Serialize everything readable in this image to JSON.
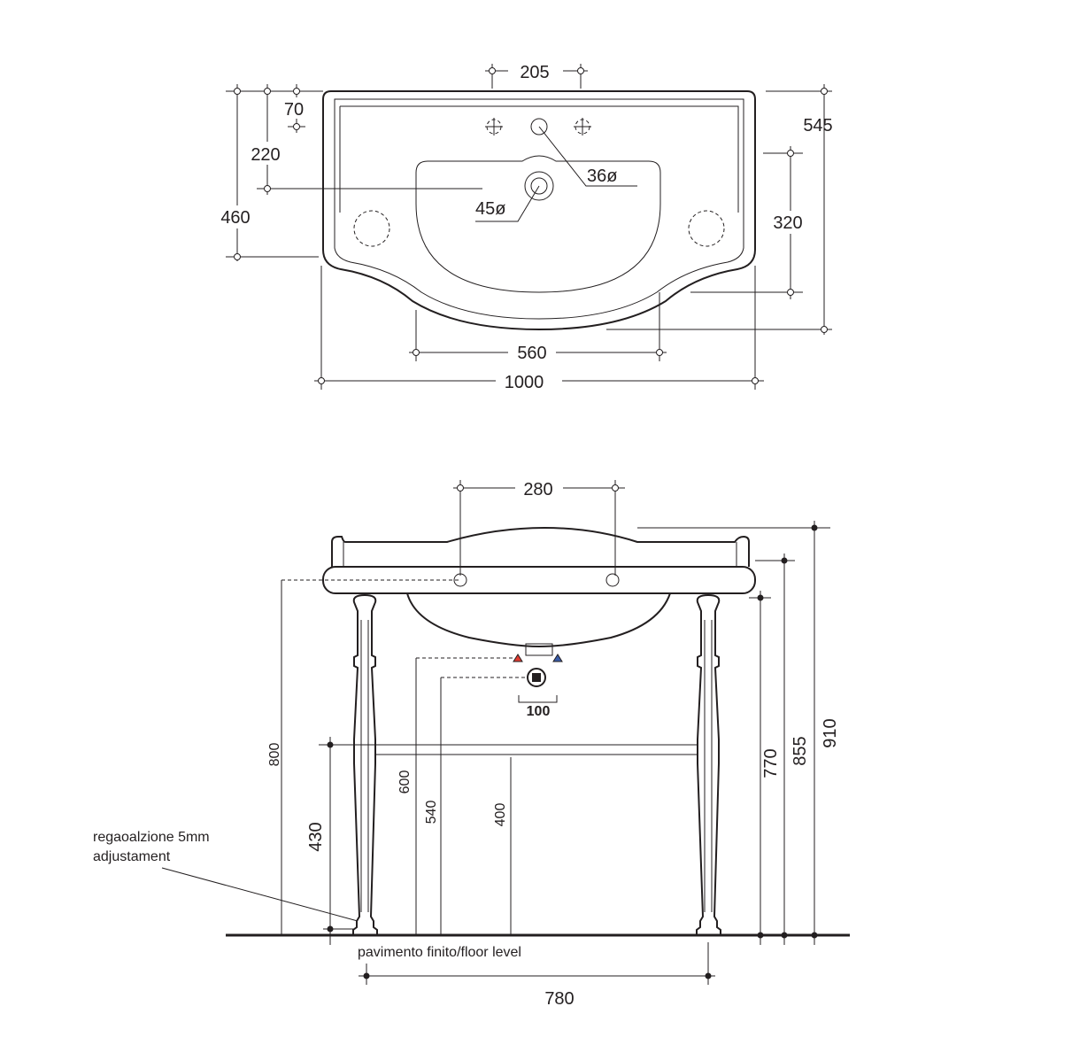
{
  "top_view": {
    "dim_tap_spacing": "205",
    "dim_70": "70",
    "dim_220": "220",
    "dim_460": "460",
    "dim_545": "545",
    "dim_320": "320",
    "dim_560": "560",
    "dim_1000": "1000",
    "tap_hole_diameter": "36ø",
    "drain_diameter": "45ø"
  },
  "front_view": {
    "dim_280": "280",
    "dim_100": "100",
    "dim_800": "800",
    "dim_600": "600",
    "dim_540": "540",
    "dim_400": "400",
    "dim_430": "430",
    "dim_770": "770",
    "dim_855": "855",
    "dim_910": "910",
    "dim_780": "780",
    "adjustment_note_line1": "regaoalzione 5mm",
    "adjustment_note_line2": "adjustament",
    "floor_label": "pavimento finito/floor level"
  },
  "colors": {
    "line": "#231f20",
    "hot": "#e03c31",
    "cold": "#3a5da8"
  }
}
